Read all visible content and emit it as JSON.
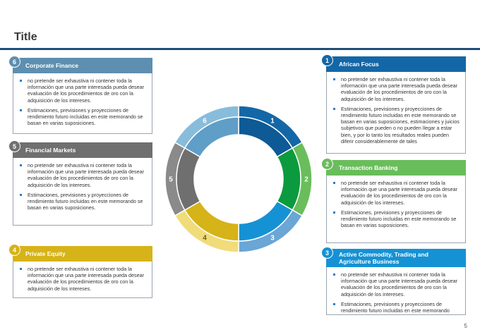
{
  "page": {
    "title": "Title",
    "page_number": "5"
  },
  "colors": {
    "seg1_outer": "#1467a6",
    "seg1_inner": "#0e5a96",
    "seg2_outer": "#6abd5b",
    "seg2_inner": "#0c9a3e",
    "seg3_outer": "#6aa6d6",
    "seg3_inner": "#1592d4",
    "seg4_outer": "#f1dc7b",
    "seg4_inner": "#d6b318",
    "seg5_outer": "#8a8a8a",
    "seg5_inner": "#6f6f6f",
    "seg6_outer": "#88bcdb",
    "seg6_inner": "#5f9ec7"
  },
  "diagram": {
    "segments": [
      {
        "number": "1",
        "label": "African Focus"
      },
      {
        "number": "2",
        "label": "Transaction Banking"
      },
      {
        "number": "3",
        "label": "Active Commodity, Trading and Agriculture Business"
      },
      {
        "number": "4",
        "label": "Private Equity"
      },
      {
        "number": "5",
        "label": "Financial Markets"
      },
      {
        "number": "6",
        "label": "Corporate Finance"
      }
    ]
  },
  "panels": {
    "p1": {
      "number": "1",
      "title": "African Focus",
      "bullets": [
        "no pretende ser exhaustiva ni contener toda la información que una parte interesada pueda desear evaluación de los procedimientos de oro con la adquisición de los intereses.",
        "Estimaciones, previsiones y proyecciones de rendimiento futuro incluidas en este memorando se basan en varias suposiciones, estimaciones y juicios subjetivos que pueden o no pueden llegar a estar bien, y por lo tanto los resultados reales pueden diferir considerablemente de tales"
      ]
    },
    "p2": {
      "number": "2",
      "title": "Transaction Banking",
      "bullets": [
        "no pretende ser exhaustiva ni contener toda la información que una parte interesada pueda desear evaluación de los procedimientos de oro con la adquisición de los intereses.",
        "Estimaciones, previsiones y proyecciones de rendimiento futuro incluidas en este memorando se basan en varias suposiciones."
      ]
    },
    "p3": {
      "number": "3",
      "title": "Active Commodity, Trading and Agriculture Business",
      "bullets": [
        "no pretende ser exhaustiva ni contener toda la información que una parte interesada pueda desear evaluación de los procedimientos de oro con la adquisición de los intereses.",
        "Estimaciones, previsiones y proyecciones de rendimiento futuro incluidas en este memorando"
      ]
    },
    "p4": {
      "number": "4",
      "title": "Private Equity",
      "bullets": [
        "no pretende ser exhaustiva ni contener toda la información que una parte interesada pueda desear evaluación de los procedimientos de oro con la adquisición de los intereses."
      ]
    },
    "p5": {
      "number": "5",
      "title": "Financial Markets",
      "bullets": [
        "no pretende ser exhaustiva ni contener toda la información que una parte interesada pueda desear evaluación de los procedimientos de oro con la adquisición de los intereses.",
        "Estimaciones, previsiones y proyecciones de rendimiento futuro incluidas en este memorando se basan en varias suposiciones."
      ]
    },
    "p6": {
      "number": "6",
      "title": "Corporate Finance",
      "bullets": [
        "no pretende ser exhaustiva ni contener toda la información que una parte interesada pueda desear evaluación de los procedimientos de oro con la adquisición de los intereses.",
        "Estimaciones, previsiones y proyecciones de rendimiento futuro incluidas en este memorando se basan en varias suposiciones."
      ]
    }
  }
}
